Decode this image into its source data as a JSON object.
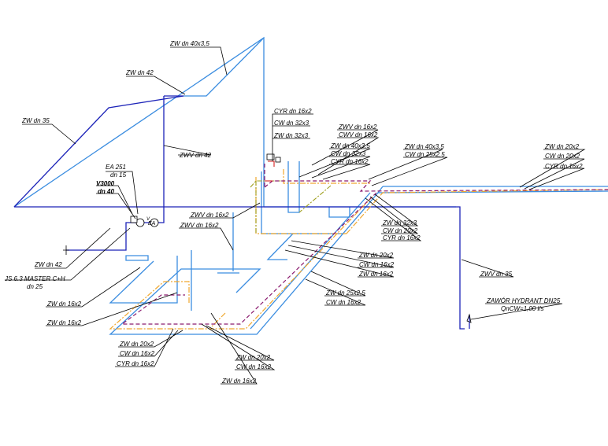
{
  "colors": {
    "zw": "#3b8de0",
    "zwv": "#1c23b8",
    "cw": "#f0a830",
    "cwv": "#a0a020",
    "cyr": "#8a1a6e",
    "valve": "#d62020"
  },
  "labels": {
    "zw_40x35_top": "ZW dn 40x3,5",
    "zw_42_top": "ZW dn 42",
    "zw_35_left": "ZW dn 35",
    "zwv_42": "ZWV dn 42",
    "ea_251": "EA 251",
    "dn_15": "dn 15",
    "v3000": "V3000",
    "dn_40": "dn 40",
    "zw_42_bottom": "ZW dn 42",
    "js_master": "JS 6.3 MASTER C+H",
    "dn_25": "dn 25",
    "cyr_16_top": "CYR dn 16x2",
    "cw_32_1": "CW dn 32x3",
    "zw_32": "ZW dn 32x3",
    "zwv_16_mid": "ZWV dn 16x2",
    "cwv_16_mid": "CWV dn 16x2",
    "zw_40_mid": "ZW dn 40x3,5",
    "cw_32_2": "CW dn 32x3",
    "cyr_16_mid": "CYR dn 16x2",
    "zw_40_right": "ZW dn 40x3,5",
    "cw_25_right": "CW dn 25x2,5",
    "zw_20_far": "ZW dn 20x2",
    "cw_20_far": "CW dn 20x2",
    "cyr_16_far": "CYR dn 16x2",
    "zwv_16_left": "ZWV dn 16x2",
    "zwv_16_left2": "ZWV dn 16x2",
    "zw_32_c": "ZW dn 32x3",
    "cw_20_c": "CW dn 20x2",
    "cyr_16_c": "CYR dn 16x2",
    "zw_20_c2": "ZW dn 20x2",
    "cw_16_c2": "CW dn 16x2",
    "zw_16_c2": "ZW dn 16x2",
    "zw_25_low": "ZW dn 25x2,5",
    "cw_16_low": "CW dn 16x2",
    "zwv_35_right": "ZWV dn 35",
    "hydrant": "ZAWÓR HYDRANT DN25",
    "hydrant_flow": "QnCW=1,00 l/s",
    "zw_16_l1": "ZW dn 16x2",
    "zw_16_l2": "ZW dn 16x2",
    "zw_20_bl": "ZW dn 20x2",
    "cw_16_bl": "CW dn 16x2",
    "cyr_16_bl": "CYR dn 16x2",
    "zw_20_bc": "ZW dn 20x2",
    "cw_16_bc": "CW dn 16x2",
    "zw_16_bc": "ZW dn 16x2",
    "v_mark": "V",
    "ea_mark": "EA"
  }
}
